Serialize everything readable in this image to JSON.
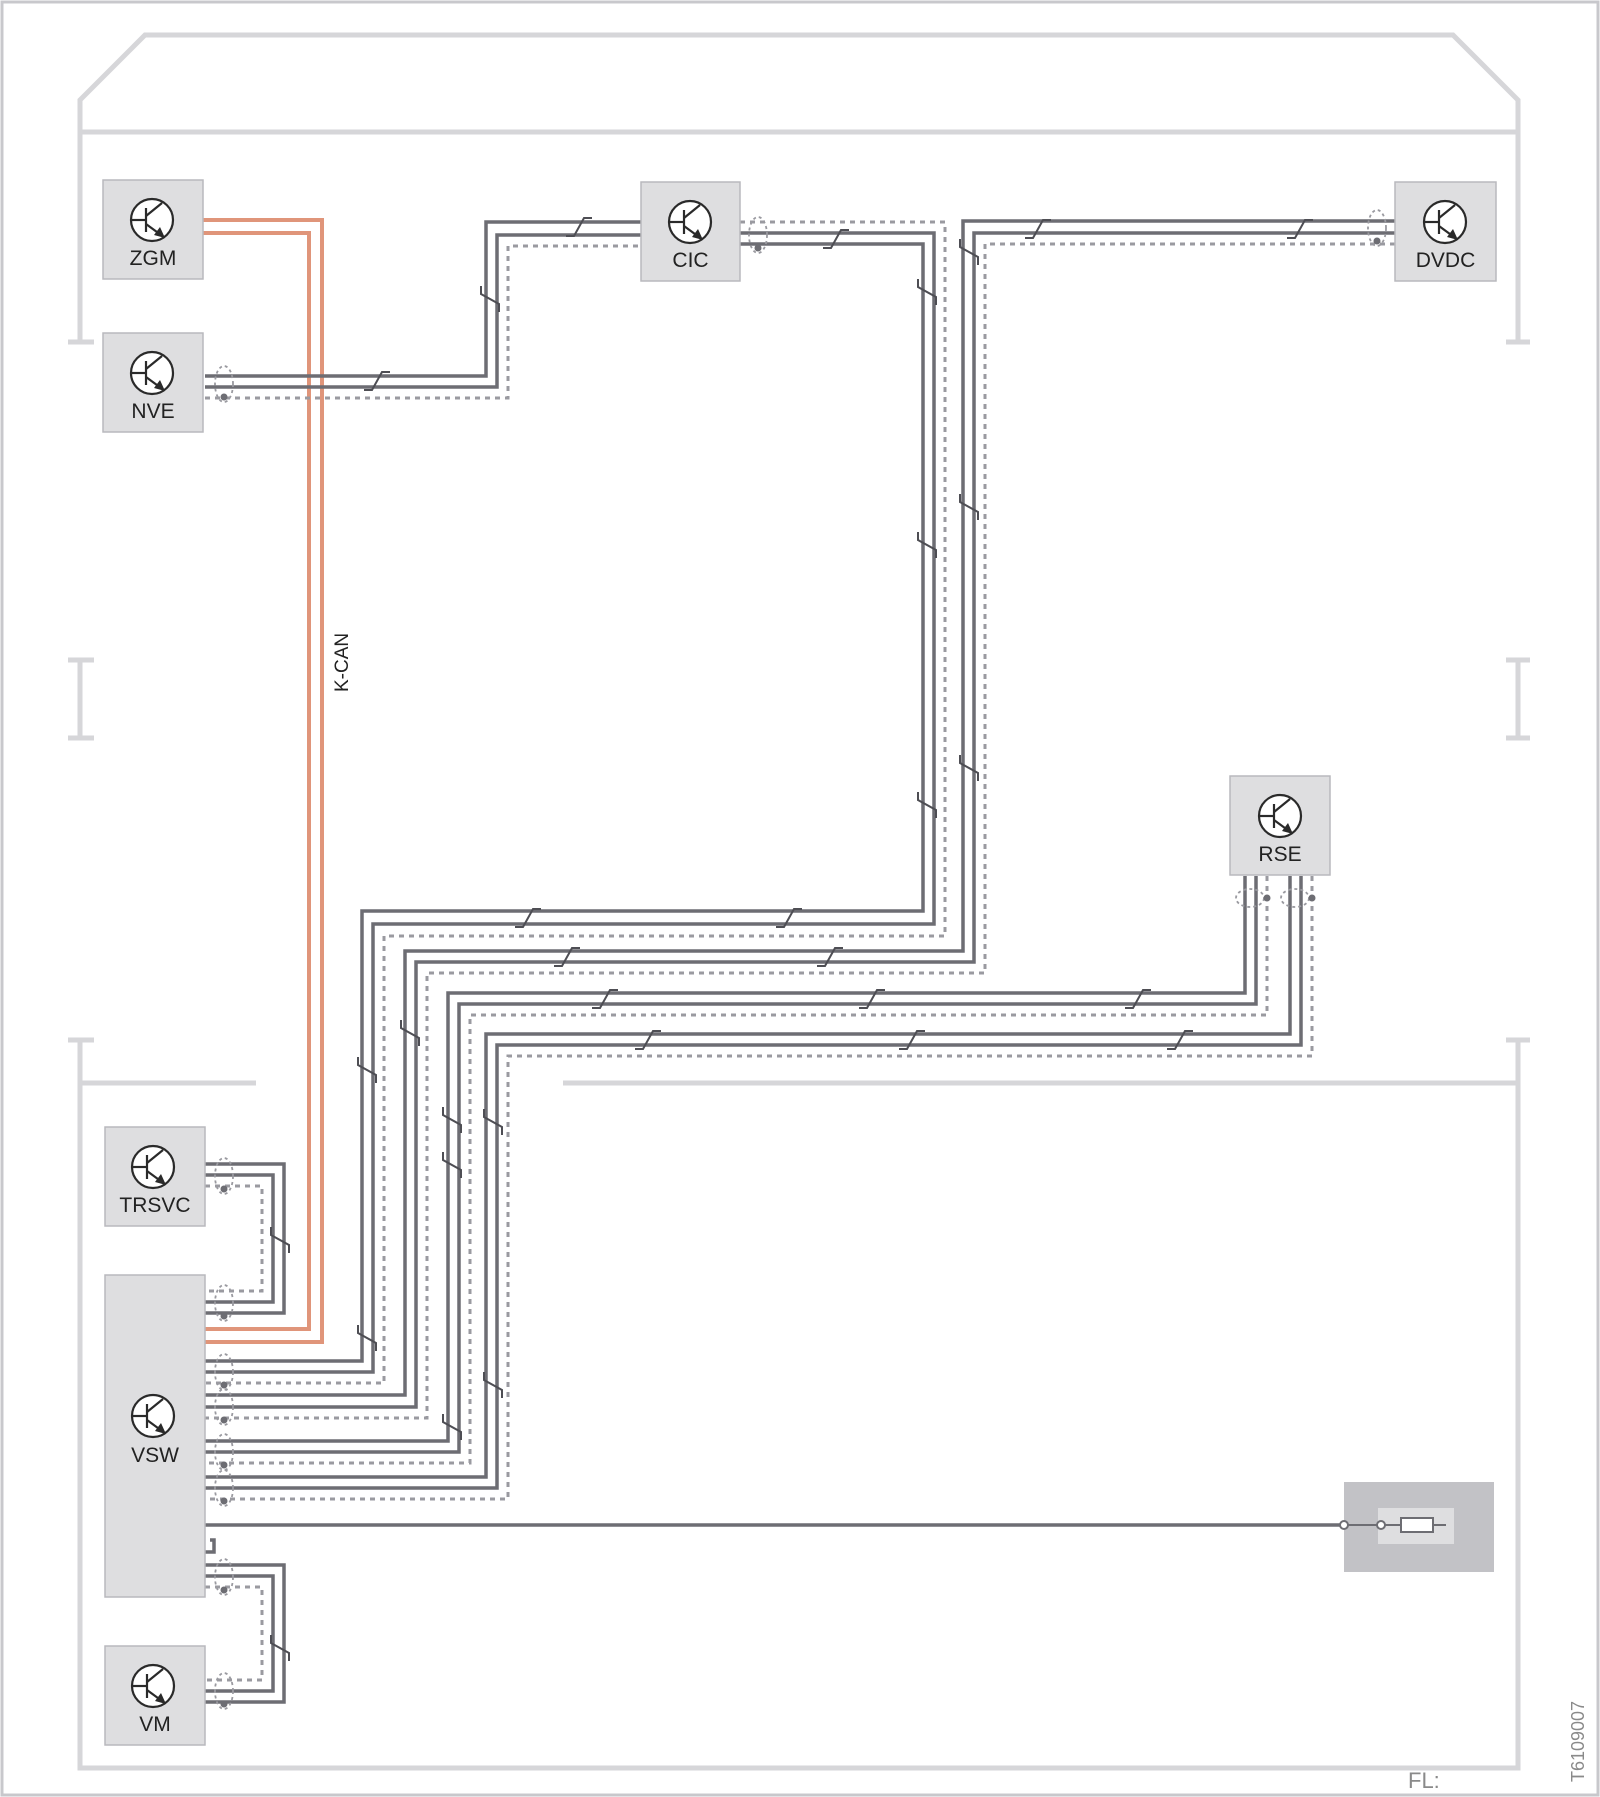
{
  "units": [
    {
      "id": "zgm",
      "label": "ZGM"
    },
    {
      "id": "nve",
      "label": "NVE"
    },
    {
      "id": "cic",
      "label": "CIC"
    },
    {
      "id": "dvdc",
      "label": "DVDC"
    },
    {
      "id": "rse",
      "label": "RSE"
    },
    {
      "id": "trsvc",
      "label": "TRSVC"
    },
    {
      "id": "vsw",
      "label": "VSW"
    },
    {
      "id": "vm",
      "label": "VM"
    }
  ],
  "bus": {
    "label": "K-CAN"
  },
  "footer": {
    "fl_label": "FL:",
    "reference": "T6109007"
  },
  "colors": {
    "frame": "#c8c8cc",
    "unit_fill": "#dedee0",
    "unit_stroke": "#b9b9bd",
    "wire": "#6d6d73",
    "shield": "#9a9aa0",
    "kcan": "#e0957a",
    "fuse_box": "#c2c2c6"
  }
}
